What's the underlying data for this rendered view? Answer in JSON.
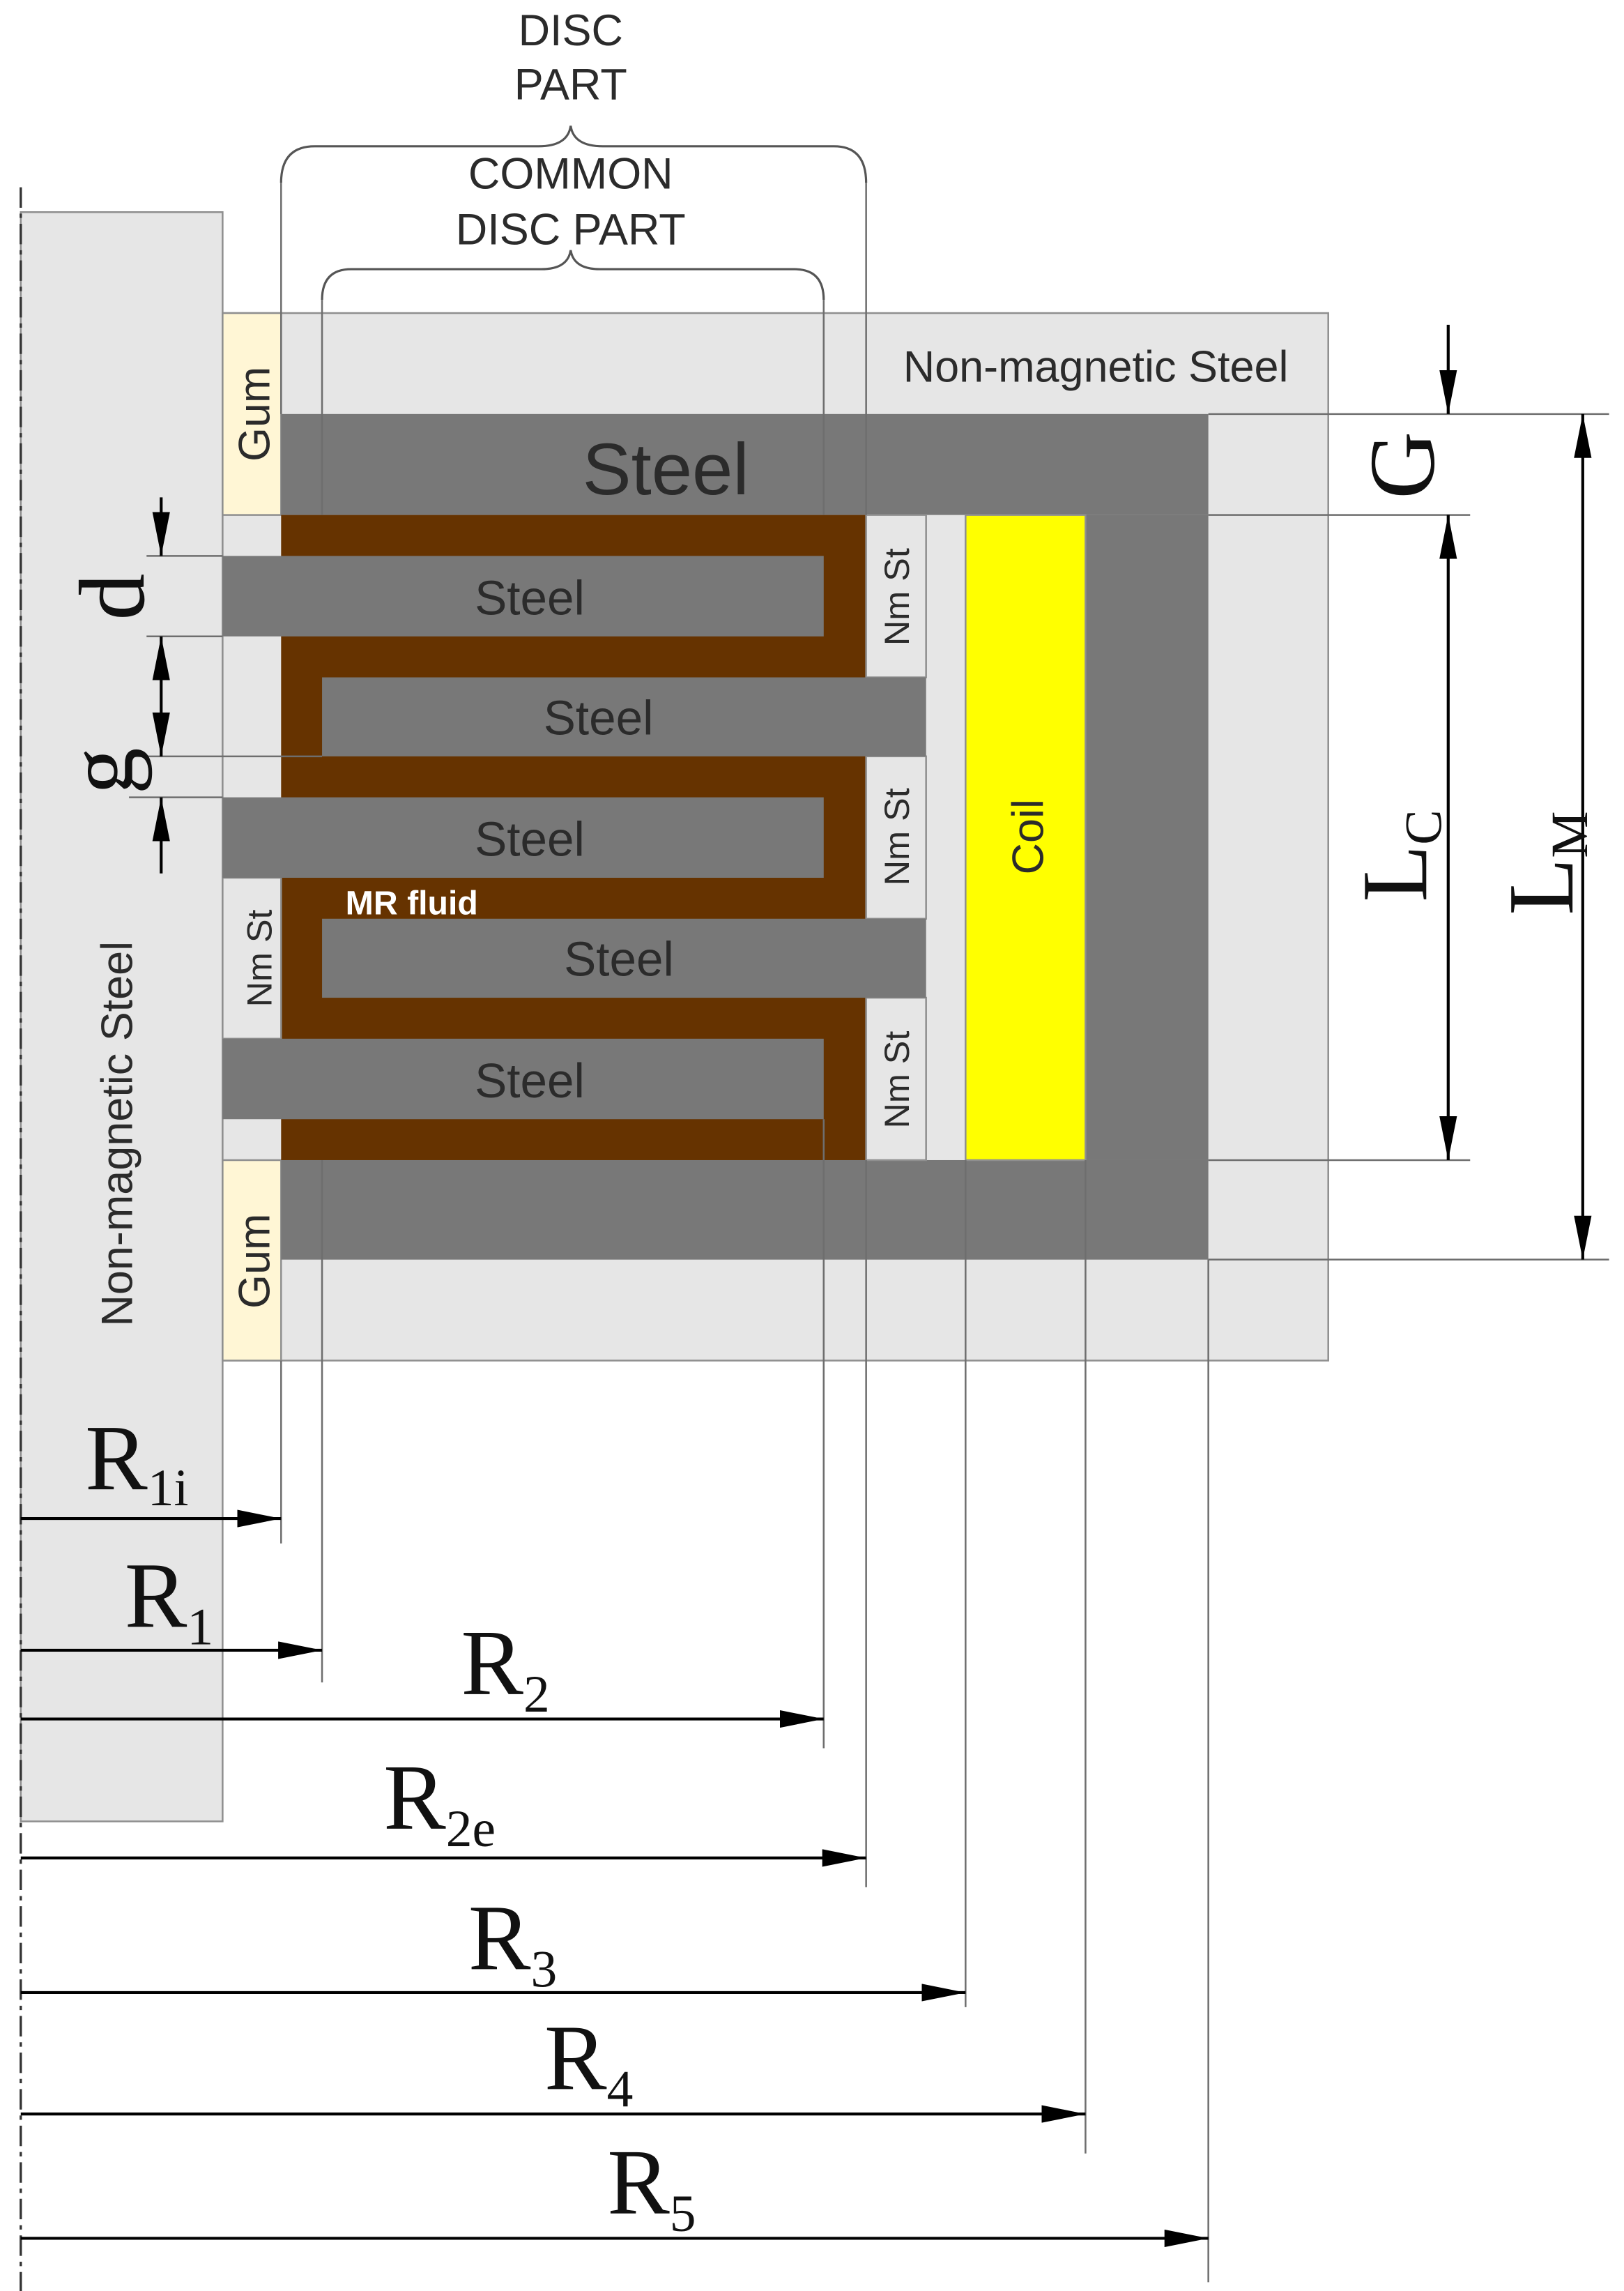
{
  "brackets": {
    "disc_part": {
      "line1": "DISC",
      "line2": "PART"
    },
    "common_disc_part": {
      "line1": "COMMON",
      "line2": "DISC PART"
    }
  },
  "regions": {
    "shaft": "Non-magnetic Steel",
    "housing": "Non-magnetic Steel",
    "gum_top": "Gum",
    "gum_bottom": "Gum",
    "steel_top": "Steel",
    "discs": [
      "Steel",
      "Steel",
      "Steel",
      "Steel",
      "Steel"
    ],
    "spacers": [
      "Nm St",
      "Nm St",
      "Nm St",
      "Nm St"
    ],
    "coil": "Coil",
    "mr_fluid": "MR fluid"
  },
  "dimensions": {
    "d": "d",
    "g": "g",
    "G": "G",
    "LC": {
      "symbol": "L",
      "sub": "C"
    },
    "LM": {
      "symbol": "L",
      "sub": "M"
    },
    "radii": [
      {
        "symbol": "R",
        "sub": "1i"
      },
      {
        "symbol": "R",
        "sub": "1"
      },
      {
        "symbol": "R",
        "sub": "2"
      },
      {
        "symbol": "R",
        "sub": "2e"
      },
      {
        "symbol": "R",
        "sub": "3"
      },
      {
        "symbol": "R",
        "sub": "4"
      },
      {
        "symbol": "R",
        "sub": "5"
      }
    ]
  },
  "colors": {
    "non_magnetic_steel": "#e6e6e6",
    "steel": "#787878",
    "mr_fluid": "#663300",
    "coil": "#ffff00",
    "gum": "#fff6d5",
    "mr_fluid_label": "#ffffff"
  }
}
